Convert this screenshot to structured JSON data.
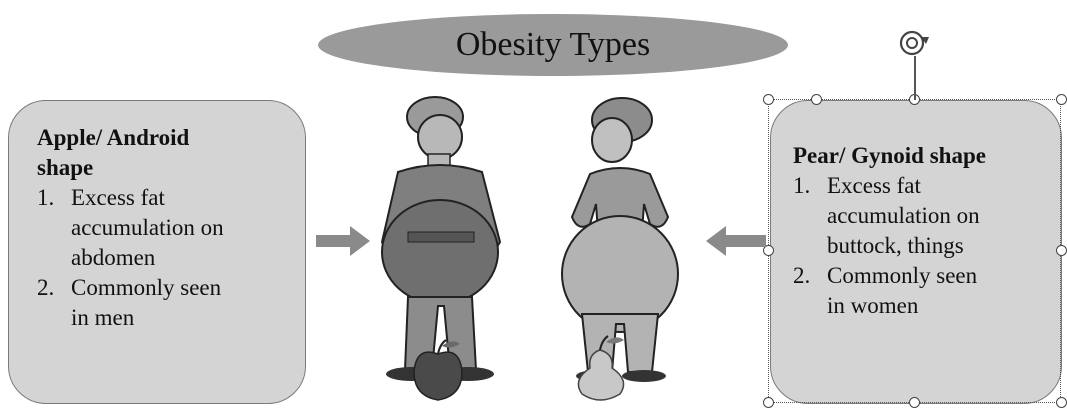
{
  "title": "Obesity Types",
  "apple_card": {
    "heading_line1": "Apple/ Android",
    "heading_line2": "shape",
    "items": [
      {
        "num": "1.",
        "lines": [
          "Excess fat",
          "accumulation on",
          "abdomen"
        ]
      },
      {
        "num": "2.",
        "lines": [
          "Commonly seen",
          "in men"
        ]
      }
    ]
  },
  "pear_card": {
    "heading": "Pear/ Gynoid shape",
    "items": [
      {
        "num": "1.",
        "lines": [
          "Excess fat",
          "accumulation on",
          "buttock, things"
        ]
      },
      {
        "num": "2.",
        "lines": [
          "Commonly seen",
          "in women"
        ]
      }
    ]
  },
  "colors": {
    "ellipse": "#9a9a9a",
    "card_fill": "#d4d4d4",
    "arrow": "#8a8a8a",
    "figure_fill": "#888888",
    "apple_fruit": "#4a4a4a",
    "pear_fruit": "#c8c8c8"
  },
  "icons": [
    "rotate-handle-icon",
    "arrow-right-icon",
    "arrow-left-icon",
    "man-figure-icon",
    "woman-figure-icon",
    "apple-icon",
    "pear-icon"
  ]
}
